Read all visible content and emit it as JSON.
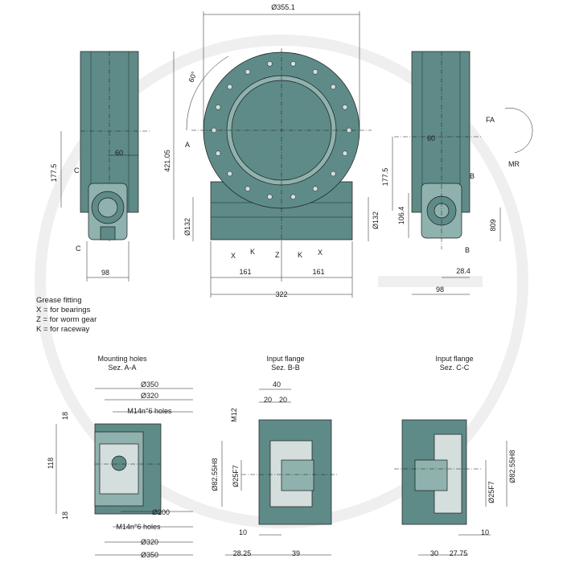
{
  "top": {
    "dia_355": "Ø355.1",
    "angle": "60°",
    "left": {
      "h_421": "421.05",
      "h_177": "177.5",
      "w_60": "60",
      "w_98": "98",
      "c_top": "C",
      "c_bot": "C"
    },
    "front": {
      "a": "A",
      "d132a": "Ø132",
      "d132b": "Ø132",
      "x1": "X",
      "k1": "K",
      "z": "Z",
      "k2": "K",
      "x2": "X",
      "w161a": "161",
      "w161b": "161",
      "w322": "322"
    },
    "right": {
      "fa": "FA",
      "mr": "MR",
      "w60": "60",
      "h177": "177.5",
      "h106": "106.4",
      "h809": "809",
      "b_top": "B",
      "b_bot": "B",
      "w284": "28.4",
      "w98": "98"
    }
  },
  "legend": {
    "title": "Grease fitting",
    "x": "X = for bearings",
    "z": "Z = for worm gear",
    "k": "K = for raceway"
  },
  "sec_a": {
    "title1": "Mounting holes",
    "title2": "Sez. A-A",
    "d350t": "Ø350",
    "d320t": "Ø320",
    "m14t": "M14n°6 holes",
    "h18t": "18",
    "h118": "118",
    "h18b": "18",
    "d200": "Ø200",
    "m14b": "M14n°6 holes",
    "d320b": "Ø320",
    "d350b": "Ø350"
  },
  "sec_b": {
    "title1": "Input flange",
    "title2": "Sez. B-B",
    "w40": "40",
    "w20a": "20",
    "w20b": "20",
    "m12": "M12",
    "d8255": "Ø82.55H8",
    "d25": "Ø25F7",
    "w10": "10",
    "w2825": "28.25",
    "w39": "39"
  },
  "sec_c": {
    "title1": "Input flange",
    "title2": "Sez. C-C",
    "d8255": "Ø82.55H8",
    "d25": "Ø25F7",
    "w10": "10",
    "w30": "30",
    "w2775": "27.75"
  },
  "colors": {
    "body": "#5e8b87",
    "body_dark": "#476f6b",
    "body_light": "#8fb2ae",
    "line": "#1a1a1a",
    "watermark": "#eeeeee"
  }
}
